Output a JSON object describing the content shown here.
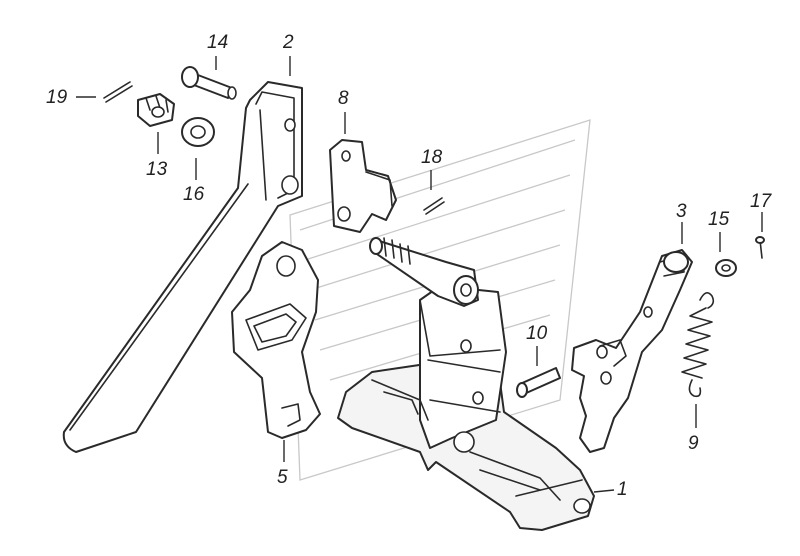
{
  "diagram": {
    "callouts": [
      {
        "id": "c1",
        "label": "1"
      },
      {
        "id": "c2",
        "label": "2"
      },
      {
        "id": "c3",
        "label": "3"
      },
      {
        "id": "c5",
        "label": "5"
      },
      {
        "id": "c8",
        "label": "8"
      },
      {
        "id": "c9",
        "label": "9"
      },
      {
        "id": "c10",
        "label": "10"
      },
      {
        "id": "c13",
        "label": "13"
      },
      {
        "id": "c14",
        "label": "14"
      },
      {
        "id": "c15",
        "label": "15"
      },
      {
        "id": "c16",
        "label": "16"
      },
      {
        "id": "c17",
        "label": "17"
      },
      {
        "id": "c18",
        "label": "18"
      },
      {
        "id": "c19",
        "label": "19"
      }
    ]
  }
}
